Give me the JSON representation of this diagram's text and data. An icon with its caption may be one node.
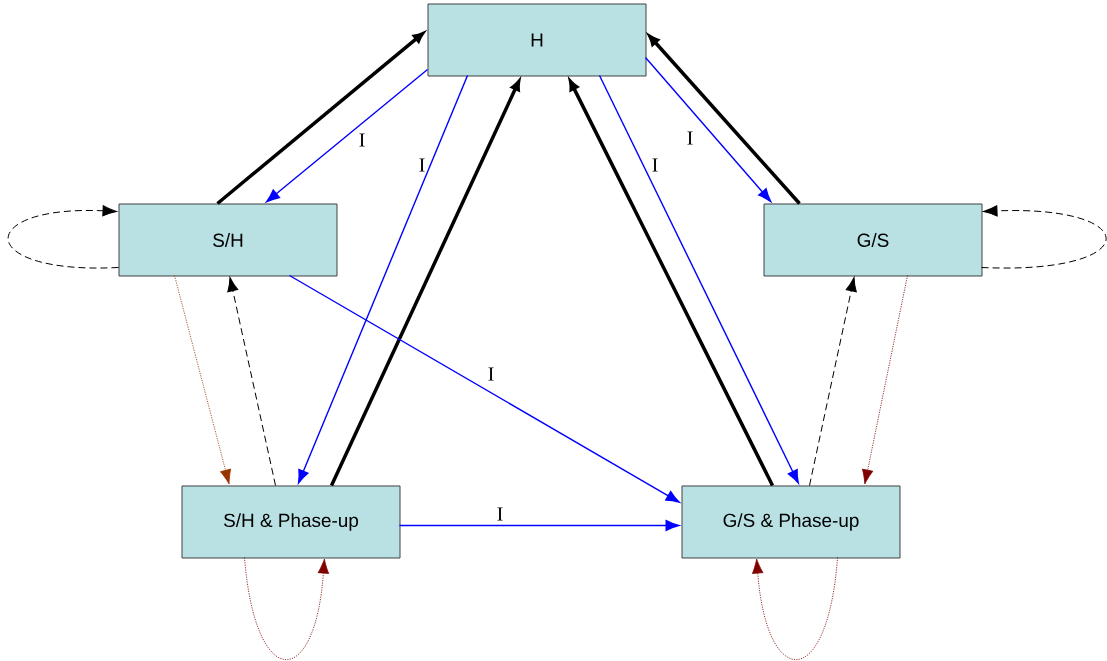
{
  "diagram": {
    "nodes": [
      {
        "text": [
          "H"
        ]
      },
      {
        "text": [
          "S/H"
        ]
      },
      {
        "text": [
          "G/S"
        ]
      },
      {
        "text": [
          "S/H & Phase-up"
        ]
      },
      {
        "text": [
          "G/S & Phase-up"
        ]
      }
    ],
    "edges": [
      {
        "from": 1,
        "to": 0,
        "arrow": "to",
        "style": "thick"
      },
      {
        "from": 0,
        "to": 1,
        "arrow": "to",
        "label": "I",
        "color": "#0000ff"
      },
      {
        "from": 0,
        "to": 3,
        "arrow": "to",
        "label": "I",
        "color": "#0000ff"
      },
      {
        "from": 3,
        "to": 0,
        "arrow": "to",
        "style": "thick"
      },
      {
        "from": 4,
        "to": 0,
        "arrow": "to",
        "style": "thick"
      },
      {
        "from": 0,
        "to": 4,
        "arrow": "to",
        "label": "I",
        "color": "#0000ff"
      },
      {
        "from": 0,
        "to": 2,
        "arrow": "to",
        "label": "I",
        "color": "#0000ff"
      },
      {
        "from": 2,
        "to": 0,
        "arrow": "to",
        "style": "thick"
      },
      {
        "from": 1,
        "to": 1,
        "arrow": "to",
        "style": "dashed"
      },
      {
        "from": 2,
        "to": 2,
        "arrow": "to",
        "style": "dashed"
      },
      {
        "from": 1,
        "to": 3,
        "arrow": "to",
        "style": "dashed",
        "color": "#993300"
      },
      {
        "from": 3,
        "to": 1,
        "arrow": "to",
        "style": "dashed"
      },
      {
        "from": 1,
        "to": 4,
        "arrow": "to",
        "label": "I",
        "color": "#0000ff"
      },
      {
        "from": 3,
        "to": 4,
        "arrow": "to",
        "label": "I",
        "color": "#0000ff"
      },
      {
        "from": 4,
        "to": 2,
        "arrow": "to",
        "style": "dashed"
      },
      {
        "from": 2,
        "to": 4,
        "arrow": "to",
        "style": "dashed",
        "color": "#800000"
      },
      {
        "from": 3,
        "to": 3,
        "arrow": "to",
        "style": "dashed",
        "color": "#800000"
      },
      {
        "from": 4,
        "to": 4,
        "arrow": "to",
        "style": "dashed",
        "color": "#800000"
      }
    ]
  }
}
